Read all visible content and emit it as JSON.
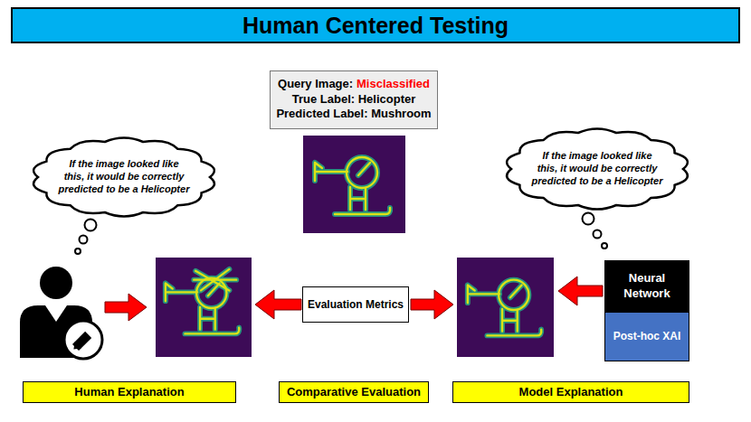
{
  "diagram": {
    "title": "Human Centered Testing",
    "nodes": [
      {
        "text": [
          "Query Image:",
          "Misclassified",
          "True Label: Helicopter",
          "Predicted Label: Mushroom"
        ]
      },
      {
        "text": [
          "If the image looked like this, it would be correctly predicted to be a Helicopter"
        ]
      },
      {
        "text": [
          "If the image looked like this, it would be correctly predicted to be a Helicopter"
        ]
      },
      {
        "text": [
          "Evaluation Metrics"
        ]
      },
      {
        "text": [
          "Neural Network"
        ]
      },
      {
        "text": [
          "Post-hoc XAI"
        ]
      },
      {
        "text": [
          "Human Explanation"
        ]
      },
      {
        "text": [
          "Comparative Evaluation"
        ]
      },
      {
        "text": [
          "Model Explanation"
        ]
      }
    ]
  }
}
